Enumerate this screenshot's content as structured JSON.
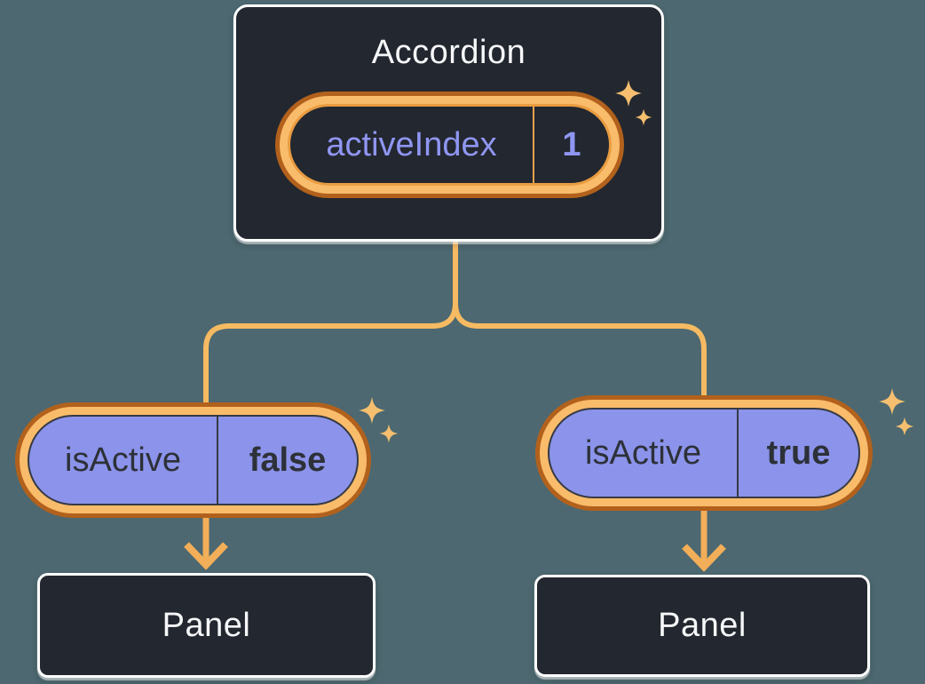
{
  "colors": {
    "background": "#4D6870",
    "node-bg": "#23272F",
    "node-border": "#FFFFFF",
    "node-text": "#F6F7F9",
    "state-text": "#8F96F2",
    "state-divider": "#E8A34C",
    "ring-dark": "#B2611C",
    "ring-light": "#F9BC6B",
    "ring-inner": "#E99C41",
    "prop-bg": "#8B93EA",
    "prop-text": "#2D3138",
    "prop-divider": "#363A43",
    "connector": "#F6BA62",
    "arrow": "#F2AE58",
    "sparkle": "#F5BF6F"
  },
  "accordion": {
    "title": "Accordion",
    "state": {
      "name": "activeIndex",
      "value": "1"
    }
  },
  "children": [
    {
      "prop": {
        "name": "isActive",
        "value": "false"
      },
      "panel": {
        "title": "Panel"
      }
    },
    {
      "prop": {
        "name": "isActive",
        "value": "true"
      },
      "panel": {
        "title": "Panel"
      }
    }
  ],
  "icons": {
    "sparkle": "four-point-star"
  }
}
